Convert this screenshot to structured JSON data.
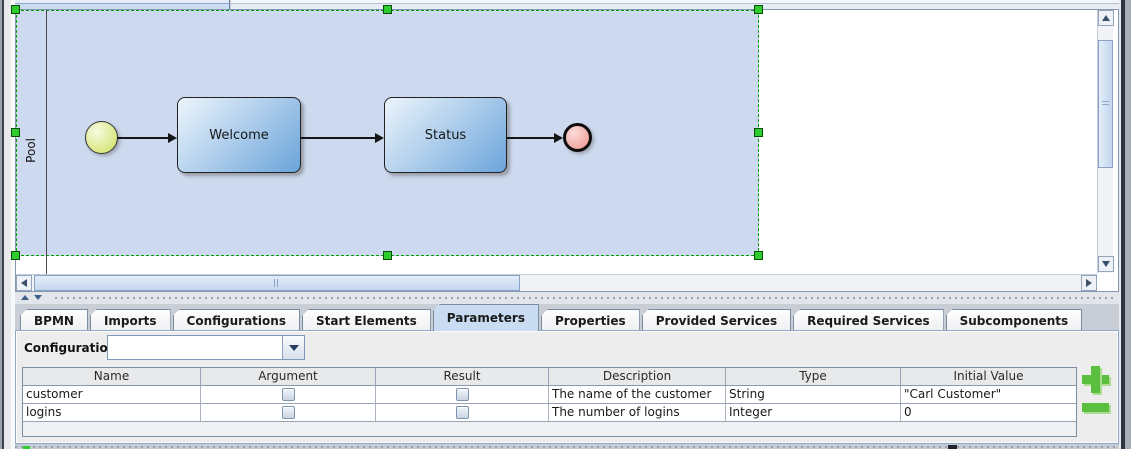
{
  "canvas": {
    "pool_label": "Pool",
    "tasks": [
      {
        "label": "Welcome"
      },
      {
        "label": "Status"
      }
    ]
  },
  "tabs": [
    {
      "label": "BPMN",
      "selected": false
    },
    {
      "label": "Imports",
      "selected": false
    },
    {
      "label": "Configurations",
      "selected": false
    },
    {
      "label": "Start Elements",
      "selected": false
    },
    {
      "label": "Parameters",
      "selected": true
    },
    {
      "label": "Properties",
      "selected": false
    },
    {
      "label": "Provided Services",
      "selected": false
    },
    {
      "label": "Required Services",
      "selected": false
    },
    {
      "label": "Subcomponents",
      "selected": false
    }
  ],
  "panel": {
    "configuration_label": "Configuration",
    "configuration_value": ""
  },
  "table": {
    "columns": [
      "Name",
      "Argument",
      "Result",
      "Description",
      "Type",
      "Initial Value"
    ],
    "rows": [
      {
        "name": "customer",
        "argument_checked": false,
        "result_checked": false,
        "description": "The name of the customer",
        "type": "String",
        "initial_value": "\"Carl Customer\""
      },
      {
        "name": "logins",
        "argument_checked": false,
        "result_checked": false,
        "description": "The number of logins",
        "type": "Integer",
        "initial_value": "0"
      }
    ]
  },
  "colors": {
    "selection_green": "#2ecc2e",
    "add_remove_green": "#5abf3e",
    "selected_tab_blue": "#c9dcf2",
    "pool_fill": "#cdd9ef",
    "task_gradient_start": "#edf5fc",
    "task_gradient_end": "#6ba4da",
    "start_event_fill": "#d8e67e",
    "end_event_fill": "#f0a09c"
  }
}
